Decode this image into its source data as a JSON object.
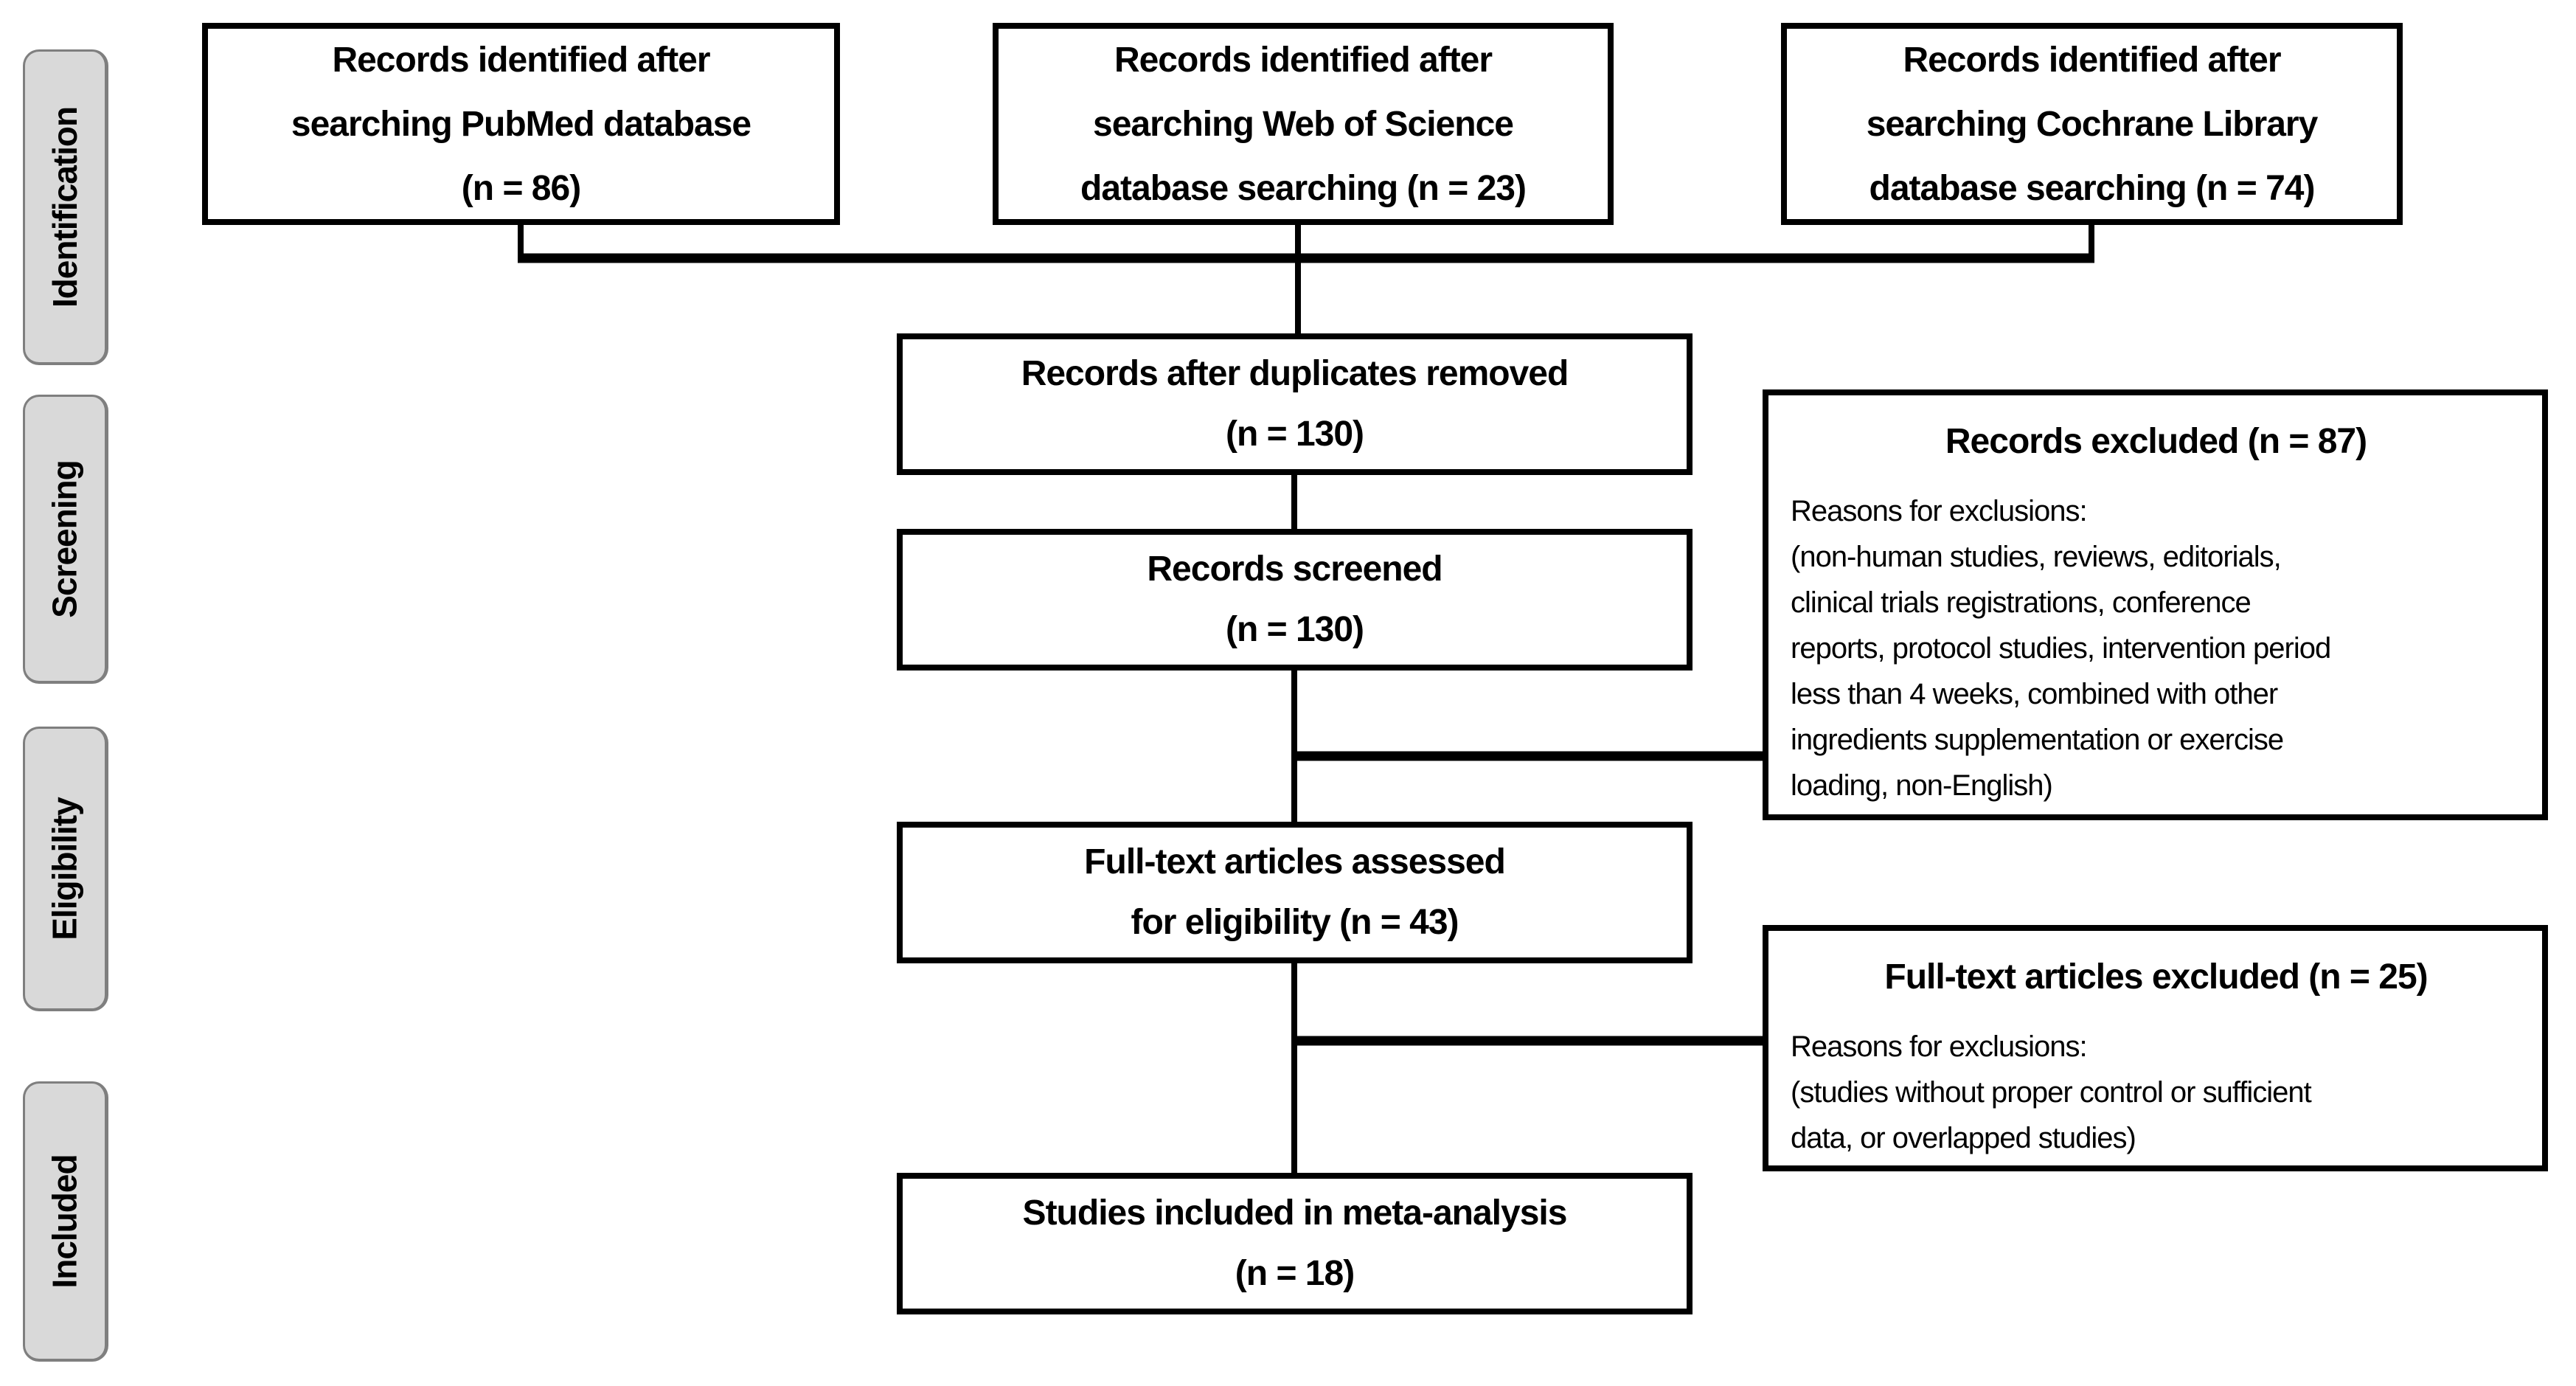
{
  "stages": {
    "identification": "Identification",
    "screening": "Screening",
    "eligibility": "Eligibility",
    "included": "Included"
  },
  "boxes": {
    "pubmed": {
      "lines": [
        "Records identified after",
        "searching PubMed database",
        "(n = 86)"
      ],
      "n": 86
    },
    "web_of_science": {
      "lines": [
        "Records identified after",
        "searching Web of Science",
        "database searching (n = 23)"
      ],
      "n": 23
    },
    "cochrane": {
      "lines": [
        "Records identified after",
        "searching Cochrane Library",
        "database searching (n = 74)"
      ],
      "n": 74
    },
    "duplicates_removed": {
      "lines": [
        "Records after duplicates removed",
        "(n = 130)"
      ],
      "n": 130
    },
    "records_screened": {
      "lines": [
        "Records screened",
        "(n = 130)"
      ],
      "n": 130
    },
    "records_excluded": {
      "title": "Records excluded (n = 87)",
      "n": 87,
      "reasons": [
        "Reasons for exclusions:",
        "(non-human studies, reviews, editorials,",
        "clinical trials registrations, conference",
        "reports, protocol studies, intervention period",
        "less than 4 weeks, combined with other",
        "ingredients supplementation or exercise",
        "loading, non-English)"
      ]
    },
    "fulltext_assessed": {
      "lines": [
        "Full-text articles assessed",
        "for eligibility (n = 43)"
      ],
      "n": 43
    },
    "fulltext_excluded": {
      "title": "Full-text articles excluded (n = 25)",
      "n": 25,
      "reasons": [
        "Reasons for exclusions:",
        "(studies without proper control or sufficient",
        "data, or overlapped studies)"
      ]
    },
    "included_meta_analysis": {
      "lines": [
        "Studies included in meta-analysis",
        "(n = 18)"
      ],
      "n": 18
    }
  },
  "colors": {
    "line": "#000000",
    "box_border": "#000000",
    "box_fill": "#ffffff",
    "stage_fill": "#d9d9d9",
    "stage_border": "#7f7f7f",
    "text": "#000000"
  }
}
